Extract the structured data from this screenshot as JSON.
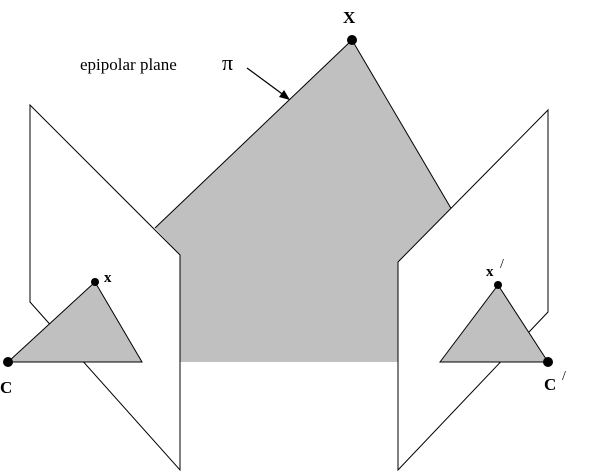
{
  "diagram": {
    "plane_label": "epipolar plane",
    "plane_symbol": "π",
    "points": {
      "world": "X",
      "left_image": "x",
      "left_center": "C",
      "right_image": "x",
      "right_image_prime": "/",
      "right_center": "C",
      "right_center_prime": "/"
    },
    "colors": {
      "plane_fill": "#c0c0c0",
      "stroke": "#000000",
      "background": "#ffffff"
    }
  }
}
